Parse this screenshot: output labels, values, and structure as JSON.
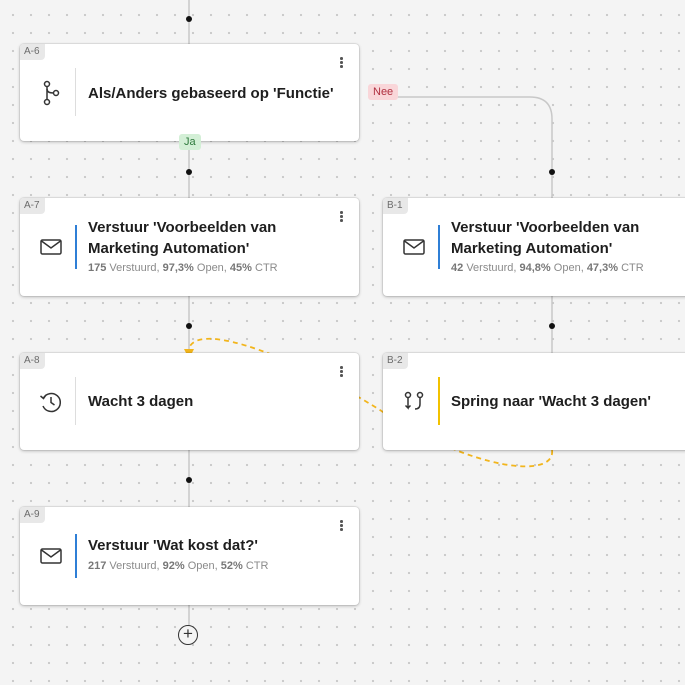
{
  "branch": {
    "id": "A-6",
    "title": "Als/Anders gebaseerd op 'Functie'",
    "no_label": "Nee",
    "yes_label": "Ja"
  },
  "cards": {
    "a7": {
      "id": "A-7",
      "title": "Verstuur 'Voorbeelden van Marketing Automation'",
      "stats": {
        "sent": "175",
        "sent_label": "Verstuurd,",
        "open": "97,3%",
        "open_label": "Open,",
        "ctr": "45%",
        "ctr_label": "CTR"
      }
    },
    "b1": {
      "id": "B-1",
      "title": "Verstuur 'Voorbeelden van Marketing Automation'",
      "stats": {
        "sent": "42",
        "sent_label": "Verstuurd,",
        "open": "94,8%",
        "open_label": "Open,",
        "ctr": "47,3%",
        "ctr_label": "CTR"
      }
    },
    "a8": {
      "id": "A-8",
      "title": "Wacht 3 dagen"
    },
    "b2": {
      "id": "B-2",
      "title": "Spring naar 'Wacht 3 dagen'"
    },
    "a9": {
      "id": "A-9",
      "title": "Verstuur 'Wat kost dat?'",
      "stats": {
        "sent": "217",
        "sent_label": "Verstuurd,",
        "open": "92%",
        "open_label": "Open,",
        "ctr": "52%",
        "ctr_label": "CTR"
      }
    }
  },
  "add_step": {
    "symbol": "+"
  },
  "icons": {
    "a6": "branch-icon",
    "a7": "envelope-icon",
    "b1": "envelope-icon",
    "a8": "history-clock-icon",
    "b2": "jump-icon",
    "a9": "envelope-icon",
    "add": "plus-icon"
  },
  "colors": {
    "email_accent": "#2f7fd6",
    "jump_accent": "#f2c200",
    "jump_line": "#f2b51c",
    "no_badge_bg": "#f9d6d9",
    "yes_badge_bg": "#d3efd6"
  }
}
